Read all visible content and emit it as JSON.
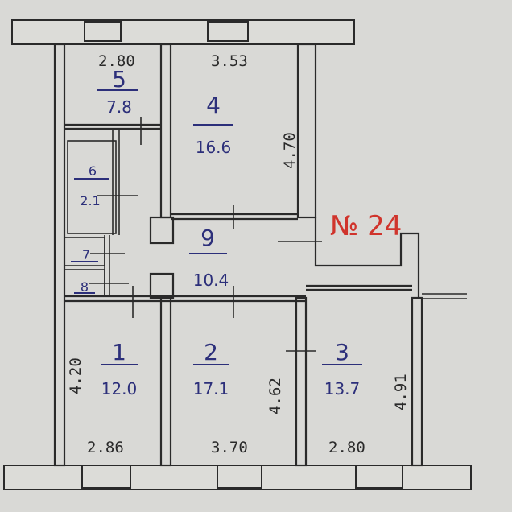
{
  "apartment_label": "№ 24",
  "rooms": [
    {
      "number": "1",
      "area": "12.0"
    },
    {
      "number": "2",
      "area": "17.1"
    },
    {
      "number": "3",
      "area": "13.7"
    },
    {
      "number": "4",
      "area": "16.6"
    },
    {
      "number": "5",
      "area": "7.8"
    },
    {
      "number": "6",
      "area": "2.1"
    },
    {
      "number": "7",
      "area": ""
    },
    {
      "number": "8",
      "area": ""
    },
    {
      "number": "9",
      "area": "10.4"
    }
  ],
  "dimensions": {
    "top_room5": "2.80",
    "top_room4": "3.53",
    "room4_side": "4.70",
    "room1_side": "4.20",
    "room2_side": "4.62",
    "room3_side": "4.91",
    "bottom_room1": "2.86",
    "bottom_room2": "3.70",
    "bottom_room3": "2.80"
  },
  "colors": {
    "walls": "#2a2a2a",
    "room_labels": "#2c2f7a",
    "apartment_label": "#d0342c",
    "paper": "#d9d9d6"
  }
}
